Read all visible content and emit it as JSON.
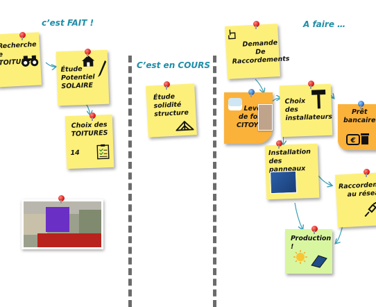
{
  "columns": {
    "done": "c’est FAIT !",
    "in_progress": "C’est en COURS",
    "todo": "A faire …"
  },
  "notes": {
    "recherche": "Recherche\ne\nTOITURES",
    "etude_potentiel": "Étude\nPotentiel\nSOLAIRE",
    "choix_toitures": "Choix des\nTOITURES",
    "choix_toitures_count": "14",
    "etude_solidite": "Étude\nsolidité\nstructure",
    "demande": "Demande\nDe\nRaccordements",
    "levee_fonds": "Levée\nde fonds\nCITOYENS",
    "choix_installateurs": "Choix\ndes\ninstallateurs",
    "pret_bancaire": "Prêt\nbancaire",
    "installation": "Installation\ndes panneaux",
    "raccordement": "Raccordement\nau réseau",
    "production": "Production !"
  },
  "colors": {
    "title": "#1f8ea8",
    "note_yellow": "#fdf07a",
    "note_orange": "#fbb23b",
    "note_green": "#d8f6a0",
    "arrow": "#3a9fb5",
    "pin": "#d81b1b"
  },
  "icons": [
    "binoculars-icon",
    "house-icon",
    "pencil-icon",
    "checklist-icon",
    "roof-truss-icon",
    "pointing-hand-icon",
    "hammer-icon",
    "money-bank-icon",
    "plug-icon",
    "sun-panel-icon",
    "rooftop-photo"
  ]
}
